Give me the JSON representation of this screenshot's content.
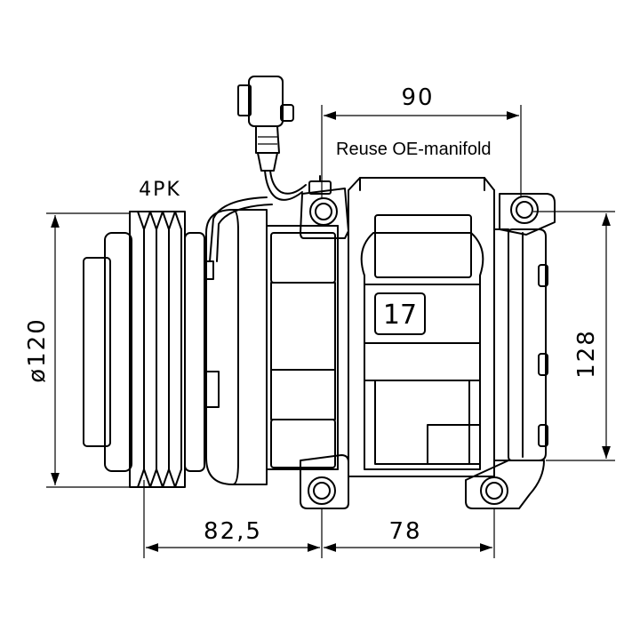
{
  "labels": {
    "pulley_type": "4PK",
    "manifold_note": "Reuse OE-manifold",
    "part_number": "17"
  },
  "dimensions": {
    "top_width": "90",
    "pulley_diameter": "ø120",
    "height": "128",
    "bottom_left": "82,5",
    "bottom_right": "78"
  }
}
